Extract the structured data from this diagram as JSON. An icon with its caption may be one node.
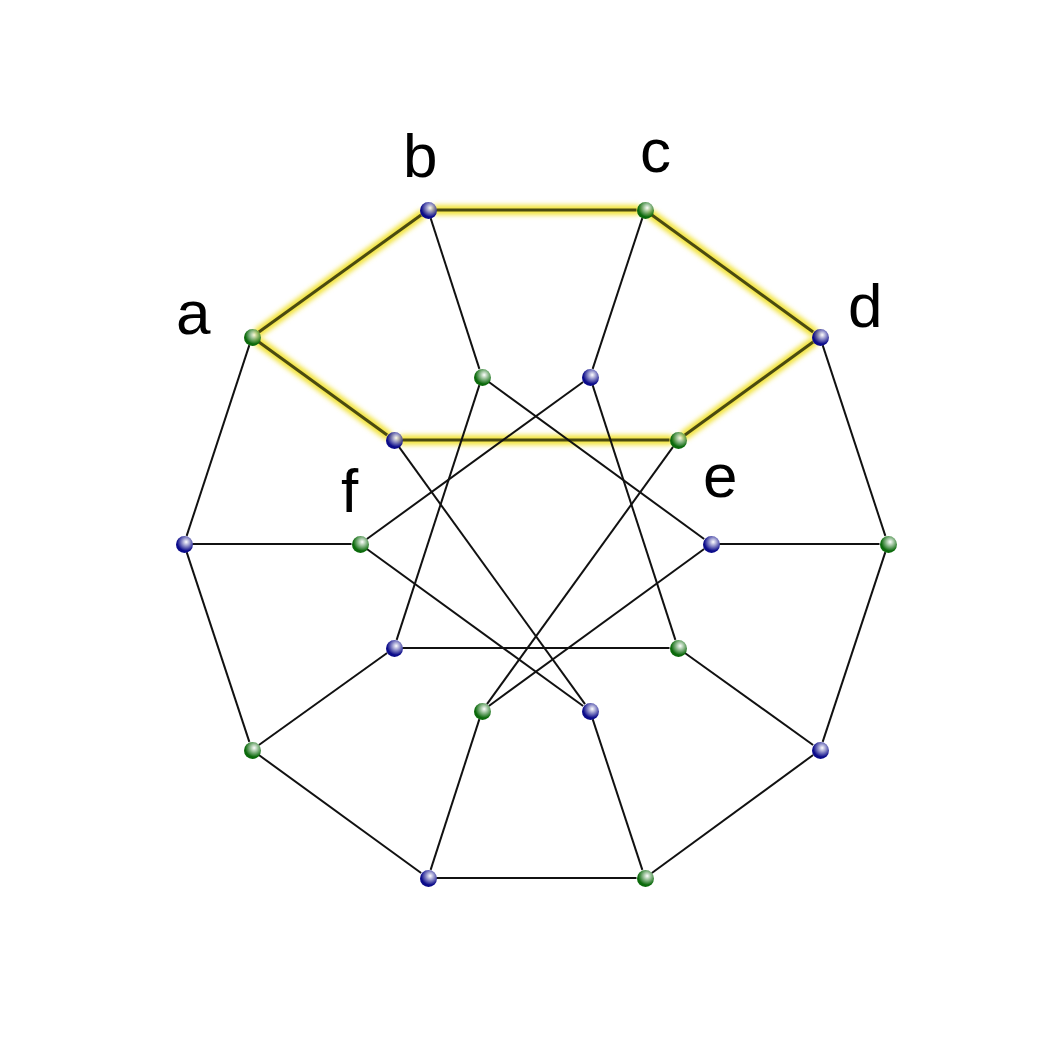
{
  "diagram": {
    "nodes": [
      {
        "text": [],
        "shape": "circle",
        "beside": [
          "b"
        ]
      },
      {
        "text": [],
        "shape": "circle",
        "beside": [
          "c"
        ]
      },
      {
        "text": [],
        "shape": "circle",
        "beside": [
          "a"
        ]
      },
      {
        "text": [],
        "shape": "circle",
        "beside": [
          "d"
        ]
      },
      {
        "text": [],
        "shape": "circle"
      },
      {
        "text": [],
        "shape": "circle"
      },
      {
        "text": [],
        "shape": "circle",
        "beside": [
          "f"
        ]
      },
      {
        "text": [],
        "shape": "circle",
        "beside": [
          "e"
        ]
      },
      {
        "text": [],
        "shape": "circle"
      },
      {
        "text": [],
        "shape": "circle"
      },
      {
        "text": [],
        "shape": "circle"
      },
      {
        "text": [],
        "shape": "circle"
      },
      {
        "text": [],
        "shape": "circle"
      },
      {
        "text": [],
        "shape": "circle"
      },
      {
        "text": [],
        "shape": "circle"
      },
      {
        "text": [],
        "shape": "circle"
      },
      {
        "text": [],
        "shape": "circle"
      },
      {
        "text": [],
        "shape": "circle"
      },
      {
        "text": [],
        "shape": "circle"
      },
      {
        "text": [],
        "shape": "circle"
      }
    ],
    "edges": [
      {
        "from": 0,
        "to": 1,
        "arrow": "none",
        "style": "thick",
        "color": "#f2e33a"
      },
      {
        "from": 1,
        "to": 3,
        "arrow": "none",
        "style": "thick",
        "color": "#f2e33a"
      },
      {
        "from": 2,
        "to": 0,
        "arrow": "none",
        "style": "thick",
        "color": "#f2e33a"
      },
      {
        "from": 3,
        "to": 7,
        "arrow": "none",
        "style": "thick",
        "color": "#f2e33a"
      },
      {
        "from": 6,
        "to": 7,
        "arrow": "none",
        "style": "thick",
        "color": "#f2e33a"
      },
      {
        "from": 2,
        "to": 6,
        "arrow": "none",
        "style": "thick",
        "color": "#f2e33a"
      },
      {
        "from": 3,
        "to": 11,
        "arrow": "none"
      },
      {
        "from": 11,
        "to": 17,
        "arrow": "none"
      },
      {
        "from": 17,
        "to": 19,
        "arrow": "none"
      },
      {
        "from": 19,
        "to": 18,
        "arrow": "none"
      },
      {
        "from": 18,
        "to": 16,
        "arrow": "none"
      },
      {
        "from": 16,
        "to": 8,
        "arrow": "none"
      },
      {
        "from": 8,
        "to": 2,
        "arrow": "none"
      },
      {
        "from": 0,
        "to": 4,
        "arrow": "none"
      },
      {
        "from": 1,
        "to": 5,
        "arrow": "none"
      },
      {
        "from": 11,
        "to": 10,
        "arrow": "none"
      },
      {
        "from": 17,
        "to": 13,
        "arrow": "none"
      },
      {
        "from": 19,
        "to": 15,
        "arrow": "none"
      },
      {
        "from": 18,
        "to": 14,
        "arrow": "none"
      },
      {
        "from": 16,
        "to": 12,
        "arrow": "none"
      },
      {
        "from": 8,
        "to": 9,
        "arrow": "none"
      },
      {
        "from": 4,
        "to": 10,
        "arrow": "none"
      },
      {
        "from": 4,
        "to": 12,
        "arrow": "none"
      },
      {
        "from": 5,
        "to": 9,
        "arrow": "none"
      },
      {
        "from": 5,
        "to": 13,
        "arrow": "none"
      },
      {
        "from": 7,
        "to": 14,
        "arrow": "none"
      },
      {
        "from": 6,
        "to": 15,
        "arrow": "none"
      },
      {
        "from": 10,
        "to": 14,
        "arrow": "none"
      },
      {
        "from": 9,
        "to": 15,
        "arrow": "none"
      },
      {
        "from": 12,
        "to": 13,
        "arrow": "none"
      }
    ]
  }
}
